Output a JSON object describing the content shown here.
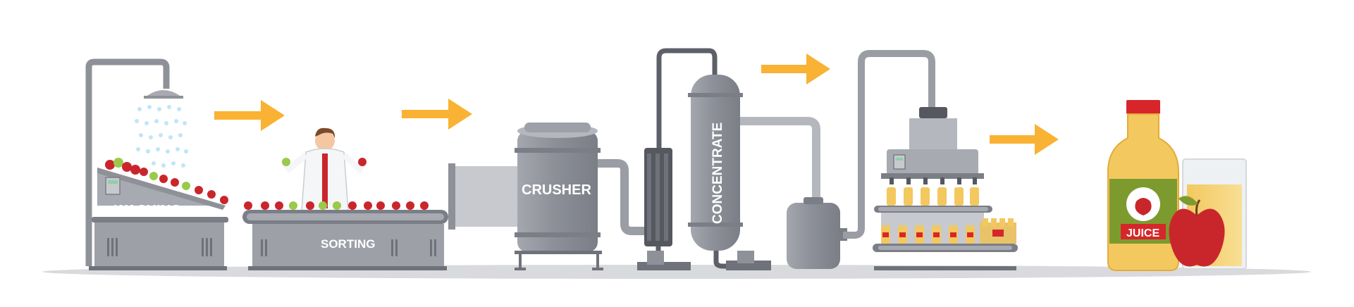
{
  "labels": {
    "washing": "WASHING",
    "sorting": "SORTING",
    "crusher": "CRUSHER",
    "concentrate": "CONCENTRATE",
    "juice": "JUICE"
  },
  "colors": {
    "machine_dark": "#8e9198",
    "machine_mid": "#a7aab1",
    "machine_light": "#c7c9ce",
    "pipe": "#9a9da4",
    "arrow": "#f9b233",
    "apple_red": "#c9262c",
    "apple_green": "#9bc94b",
    "juice": "#f6d67e",
    "label_red": "#d7262a",
    "label_green": "#7d9a2e",
    "floor": "#d9dadd"
  },
  "arrows_icon": "arrow-right-icon"
}
